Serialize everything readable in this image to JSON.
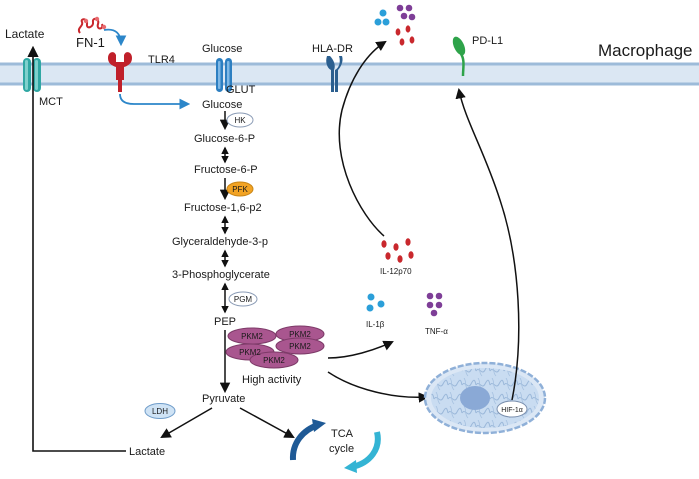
{
  "cell_label": "Macrophage",
  "membrane": {
    "lactate_out": "Lactate",
    "mct": "MCT",
    "fn1": "FN-1",
    "tlr4": "TLR4",
    "glucose_out": "Glucose",
    "glut": "GLUT",
    "hla_dr": "HLA-DR",
    "pd_l1": "PD-L1"
  },
  "pathway": [
    "Glucose",
    "Glucose-6-P",
    "Fructose-6-P",
    "Fructose-1,6-p2",
    "Glyceraldehyde-3-p",
    "3-Phosphoglycerate",
    "PEP",
    "Pyruvate",
    "Lactate"
  ],
  "enzymes": {
    "hk": "HK",
    "pfk": "PFK",
    "pgm": "PGM",
    "ldh": "LDH"
  },
  "pkm2": {
    "labels": [
      "PKM2",
      "PKM2",
      "PKM2",
      "PKM2",
      "PKM2"
    ],
    "activity": "High activity"
  },
  "cytokines": {
    "il12": "IL-12p70",
    "il1b": "IL-1β",
    "tnfa": "TNF-α"
  },
  "nucleus": {
    "hif": "HIF-1α"
  },
  "tca": {
    "line1": "TCA",
    "line2": "cycle"
  },
  "colors": {
    "membrane": "#b9cfe6",
    "mct": "#2fa7a3",
    "tlr4": "#c0202a",
    "glut": "#2d7fc1",
    "hla": "#2b5f8f",
    "pdl1": "#2ea34a",
    "pfk": "#f2a324",
    "pkm2": "#a9568f",
    "il12": "#c9282d",
    "il1b": "#2b9fd9",
    "tnfa": "#7e3e97",
    "tca_dark": "#1f5a96",
    "tca_light": "#34b4d4",
    "blue_arrow": "#2c86c9"
  }
}
